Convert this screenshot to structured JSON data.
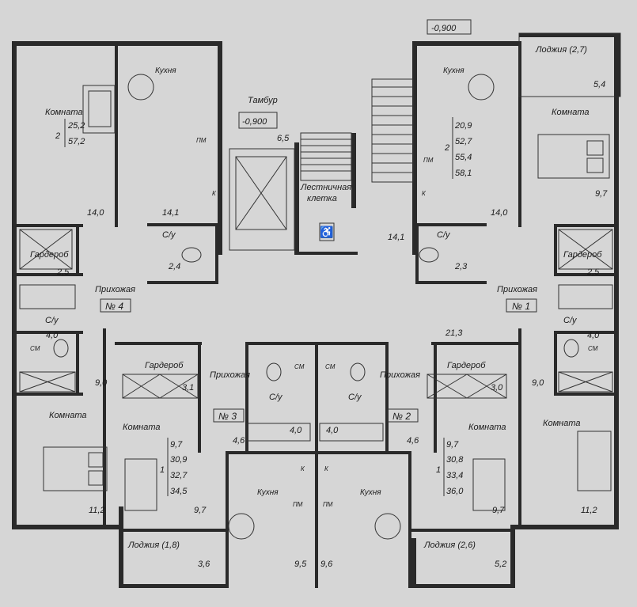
{
  "labels": {
    "loggia_top_right": "Лоджия (2,7)",
    "loggia_top_right_area": "5,4",
    "level_top": "-0,900",
    "tambur": "Тамбур",
    "tambur_level": "-0,900",
    "tambur_area": "6,5",
    "stair_1": "Лестничная",
    "stair_2": "клетка",
    "kitchen_tl": "Кухня",
    "kitchen_tr": "Кухня",
    "kitchen_bl": "Кухня",
    "kitchen_br": "Кухня",
    "room_tl": "Комната",
    "room_tr": "Комната",
    "room_bl": "Комната",
    "room_br": "Комната",
    "room_c3": "Комната",
    "room_c2": "Комната",
    "wardrobe_tl": "Гардероб",
    "wardrobe_tr": "Гардероб",
    "wardrobe_c3": "Гардероб",
    "wardrobe_c2": "Гардероб",
    "hall_4": "Прихожая",
    "hall_1": "Прихожая",
    "hall_3": "Прихожая",
    "hall_2": "Прихожая",
    "bath_tl": "С/у",
    "bath_tr": "С/у",
    "bath_l": "С/у",
    "bath_r": "С/у",
    "bath_c3": "С/у",
    "bath_c2": "С/у",
    "cm": "СМ",
    "pm": "ПМ",
    "k": "К",
    "loggia_bl": "Лоджия (1,8)",
    "loggia_br": "Лоджия (2,6)"
  },
  "apartments": {
    "no4": "№ 4",
    "no1": "№ 1",
    "no3": "№ 3",
    "no2": "№ 2"
  },
  "summaries": {
    "a4": {
      "rooms": "2",
      "v1": "25,2",
      "v2": "57,2"
    },
    "a1": {
      "rooms": "2",
      "v1": "20,9",
      "v2": "52,7",
      "v3": "55,4",
      "v4": "58,1"
    },
    "a3": {
      "rooms": "1",
      "v1": "9,7",
      "v2": "30,9",
      "v3": "32,7",
      "v4": "34,5"
    },
    "a2": {
      "rooms": "1",
      "v1": "9,7",
      "v2": "30,8",
      "v3": "33,4",
      "v4": "36,0"
    }
  },
  "areas": {
    "kitchen_tl": "14,1",
    "room_tl": "14,0",
    "wardrobe_tl": "2,5",
    "bath_tl": "2,4",
    "bath_l": "4,0",
    "room_bl": "9,0",
    "room_bl2": "11,2",
    "loggia_bl_a": "9,7",
    "loggia_bl_b": "3,6",
    "stair_a": "14,1",
    "bath_tr": "2,3",
    "room_tr": "9,7",
    "kitchen_tr": "14,0",
    "wardrobe_tr": "2,5",
    "hall_1": "21,3",
    "bath_r": "4,0",
    "room_br": "9,0",
    "room_br2": "11,2",
    "wardrobe_c3": "3,1",
    "hall_3": "4,6",
    "bath_c3": "4,0",
    "bath_c2": "4,0",
    "wardrobe_c2": "3,0",
    "hall_2": "4,6",
    "kitchen_c3": "9,5",
    "kitchen_c2": "9,6",
    "room_c2": "9,7",
    "loggia_br": "5,2"
  }
}
